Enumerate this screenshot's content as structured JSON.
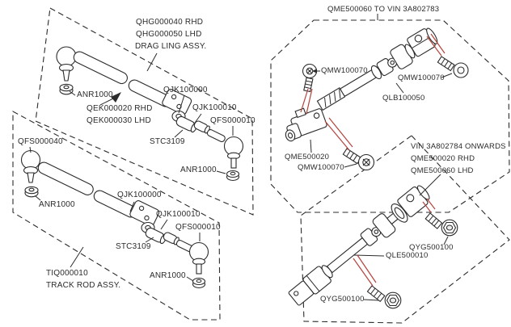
{
  "figure": {
    "background": "#ffffff",
    "ink": "#2b2b2b",
    "leader_red": "#b5413c"
  },
  "drag_link_box": {
    "part_no_rhd": "QHG000040 RHD",
    "part_no_lhd": "QHG000050 LHD",
    "assembly_name": "DRAG LING ASSY.",
    "labels": {
      "washer_upper": "ANR1000",
      "tube_rhd": "QEK000020 RHD",
      "tube_lhd": "QEK000030 LHD",
      "link": "QJK100000",
      "adjuster": "QJK100010",
      "ball_joint": "QFS000010",
      "clamp": "STC3109",
      "washer_lower": "ANR1000"
    }
  },
  "track_rod_box": {
    "assembly_no": "TIQ000010",
    "assembly_name": "TRACK ROD ASSY.",
    "labels": {
      "ball_joint_left": "QFS000040",
      "washer_left": "ANR1000",
      "rod": "QJK100000",
      "adjuster": "QJK100010",
      "ball_joint_right": "QFS000010",
      "clamp": "STC3109",
      "washer_right": "ANR1000"
    }
  },
  "column_upper_box": {
    "title": "QME500060 TO VIN 3A802783",
    "labels": {
      "bolt_left": "QMW100070",
      "bolt_right": "QMW100070",
      "shaft": "QLB100050",
      "coupling": "QME500020",
      "bolt_lower": "QMW100070"
    }
  },
  "column_lower_box": {
    "title_line1": "VIN 3A802784 ONWARDS",
    "title_line2": "QME500020 RHD",
    "title_line3": "QME500060 LHD",
    "labels": {
      "bolt_upper": "QYG500100",
      "shaft": "QLE500010",
      "bolt_lower": "QYG500100"
    }
  }
}
